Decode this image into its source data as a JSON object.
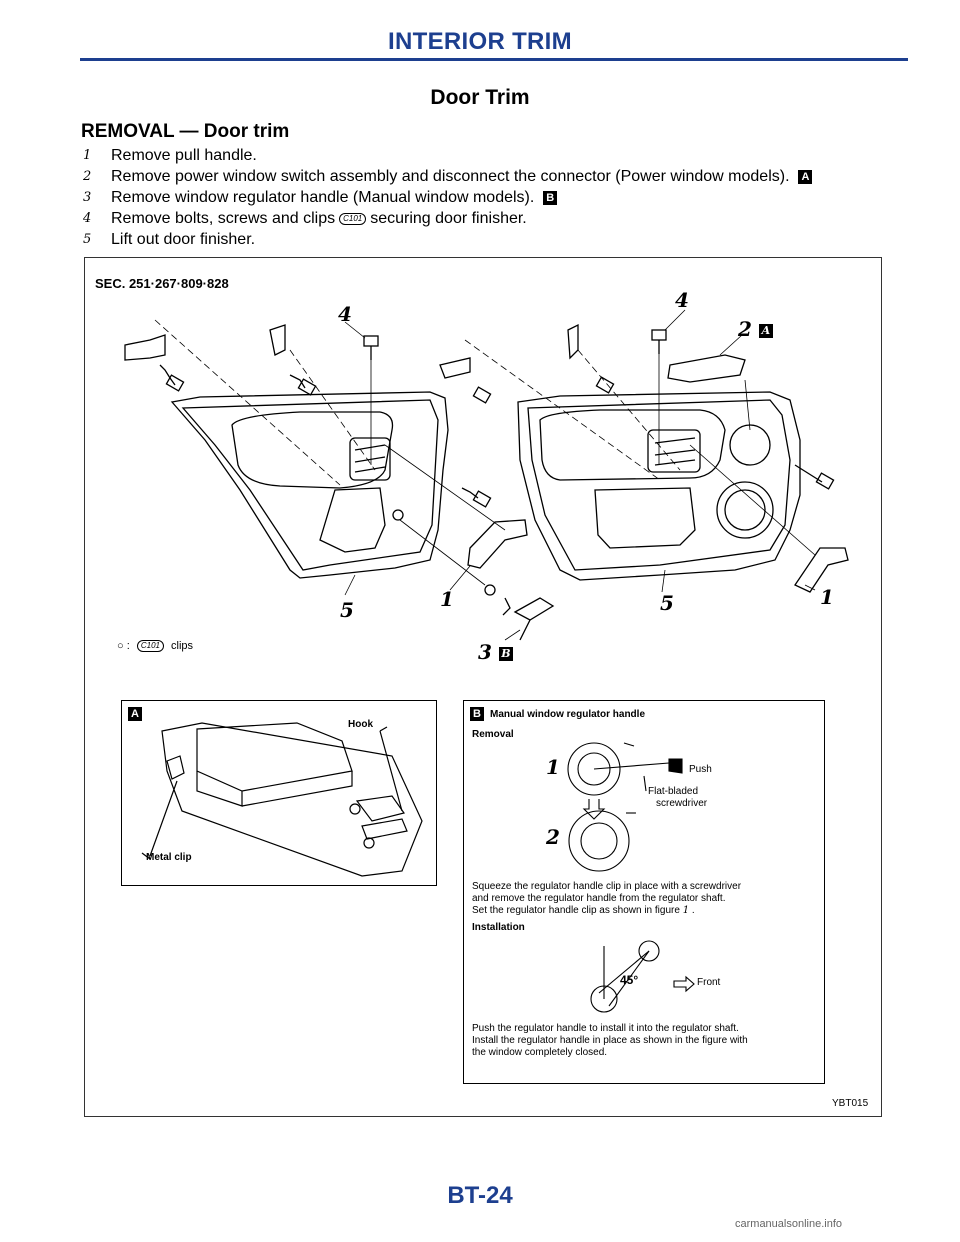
{
  "header": {
    "title": "INTERIOR TRIM"
  },
  "section": {
    "title": "Door Trim",
    "subheading": "REMOVAL — Door trim"
  },
  "steps": [
    {
      "num": "1",
      "text": "Remove pull handle.",
      "badge": ""
    },
    {
      "num": "2",
      "text": "Remove power window switch assembly and disconnect the connector (Power window models).",
      "badge": "A"
    },
    {
      "num": "3",
      "text": "Remove window regulator handle (Manual window models).",
      "badge": "B"
    },
    {
      "num": "4",
      "text_before": "Remove bolts, screws and clips",
      "clip": "C101",
      "text_after": "securing door finisher."
    },
    {
      "num": "5",
      "text": "Lift out door finisher.",
      "badge": ""
    }
  ],
  "figure": {
    "sec_label": "SEC. 251·267·809·828",
    "legend_symbol": "○",
    "legend_sep": ":",
    "legend_clip": "C101",
    "legend_text": "clips",
    "code": "YBT015",
    "callouts": {
      "c4_left": "4",
      "c4_right": "4",
      "c2": "2",
      "c2_badge": "A",
      "c5_left": "5",
      "c1_left": "1",
      "c5_right": "5",
      "c1_right": "1",
      "c3": "3",
      "c3_badge": "B"
    },
    "detail_a": {
      "badge": "A",
      "hook": "Hook",
      "metal_clip": "Metal clip"
    },
    "detail_b": {
      "badge": "B",
      "title": "Manual window regulator handle",
      "removal": "Removal",
      "step1": "1",
      "push": "Push",
      "tool_line1": "Flat-bladed",
      "tool_line2": "screwdriver",
      "step2": "2",
      "removal_text_1": "Squeeze the regulator handle clip in place with a screwdriver",
      "removal_text_2": "and remove the regulator handle from the regulator shaft.",
      "removal_text_3": "Set the regulator handle clip as shown in figure",
      "removal_ref": "1",
      "removal_end": ".",
      "installation": "Installation",
      "angle": "45°",
      "front": "Front",
      "install_text_1": "Push the regulator handle to install it into the regulator shaft.",
      "install_text_2": "Install the regulator handle in place as shown in the figure with",
      "install_text_3": "the window completely closed."
    }
  },
  "footer": {
    "page_code": "BT-24",
    "watermark": "carmanualsonline.info"
  }
}
